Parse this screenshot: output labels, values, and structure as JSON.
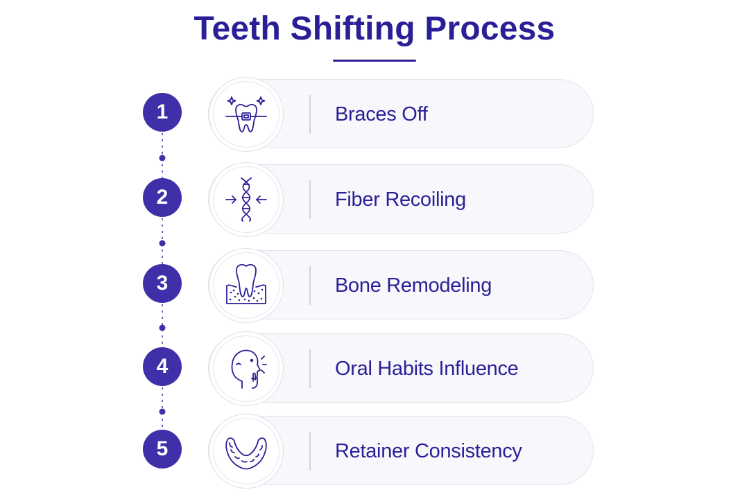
{
  "title": "Teeth Shifting Process",
  "accent_color": "#2a1f96",
  "badge_color": "#3f2fa8",
  "steps": [
    {
      "number": "1",
      "label": "Braces Off",
      "icon": "tooth-braces-icon"
    },
    {
      "number": "2",
      "label": "Fiber Recoiling",
      "icon": "fiber-helix-icon"
    },
    {
      "number": "3",
      "label": "Bone Remodeling",
      "icon": "tooth-bone-icon"
    },
    {
      "number": "4",
      "label": "Oral Habits Influence",
      "icon": "face-finger-icon"
    },
    {
      "number": "5",
      "label": "Retainer Consistency",
      "icon": "retainer-icon"
    }
  ]
}
